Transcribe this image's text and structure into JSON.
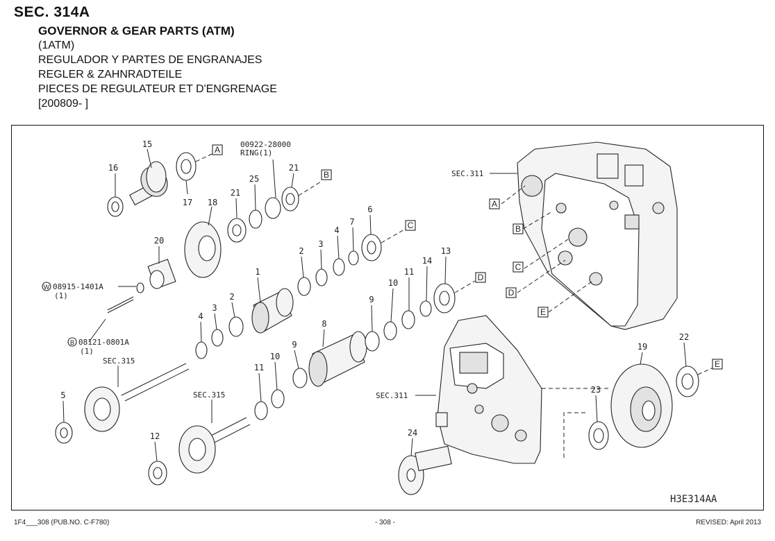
{
  "header": {
    "section": "SEC. 314A",
    "title_en": "GOVERNOR & GEAR PARTS (ATM)",
    "subtitle": "(1ATM)",
    "title_es": "REGULADOR Y PARTES DE ENGRANAJES",
    "title_de": "REGLER & ZAHNRADTEILE",
    "title_fr": "PIECES DE REGULATEUR ET D'ENGRENAGE",
    "date_range": "[200809-              ]"
  },
  "diagram": {
    "code": "H3E314AA",
    "part_labels": [
      "15",
      "16",
      "17",
      "18",
      "20",
      "21",
      "25",
      "21",
      "6",
      "7",
      "4",
      "3",
      "2",
      "1",
      "2",
      "3",
      "4",
      "13",
      "14",
      "11",
      "10",
      "9",
      "8",
      "9",
      "10",
      "11",
      "5",
      "12",
      "19",
      "22",
      "23",
      "24"
    ],
    "refs": {
      "ring_part": "00922-28000",
      "ring_label": "RING(1)",
      "washer_part": "08915-1401A",
      "washer_qty": "(1)",
      "bolt_part": "08121-0801A",
      "bolt_qty": "(1)",
      "sec311_a": "SEC.311",
      "sec311_b": "SEC.311",
      "sec315_a": "SEC.315",
      "sec315_b": "SEC.315",
      "washer_marker": "W",
      "bolt_marker": "B"
    },
    "boxes": [
      "A",
      "B",
      "C",
      "D",
      "E",
      "A",
      "B",
      "C",
      "D",
      "E"
    ]
  },
  "footer": {
    "left": "1F4___308 (PUB.NO. C-F780)",
    "center": "- 308 -",
    "right": "REVISED: April 2013"
  }
}
